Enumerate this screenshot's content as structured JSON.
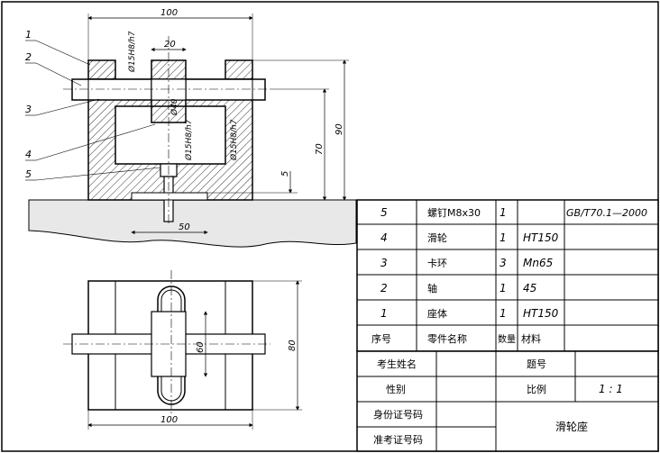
{
  "front_view": {
    "dims": {
      "overall_width": "100",
      "pulley_width": "20",
      "fit_left": "Ø15H8/h7",
      "fit_pulley": "Ø40",
      "fit_ring": "Ø15H8/h7",
      "fit_right": "Ø15H8/h7",
      "height_axis": "70",
      "height_total": "90",
      "height_small": "5",
      "base_width": "50"
    },
    "callouts": [
      "1",
      "2",
      "3",
      "4",
      "5"
    ]
  },
  "top_view": {
    "dims": {
      "overall_width": "100",
      "height": "80",
      "slot": "60"
    }
  },
  "parts_list": {
    "rows": [
      {
        "no": "5",
        "name": "螺钉M8x30",
        "qty": "1",
        "material": "",
        "standard": "GB/T70.1—2000"
      },
      {
        "no": "4",
        "name": "滑轮",
        "qty": "1",
        "material": "HT150",
        "standard": ""
      },
      {
        "no": "3",
        "name": "卡环",
        "qty": "3",
        "material": "Mn65",
        "standard": ""
      },
      {
        "no": "2",
        "name": "轴",
        "qty": "1",
        "material": "45",
        "standard": ""
      },
      {
        "no": "1",
        "name": "座体",
        "qty": "1",
        "material": "HT150",
        "standard": ""
      }
    ],
    "header": {
      "no": "序号",
      "name": "零件名称",
      "qty": "数量",
      "material": "材料"
    }
  },
  "title_block": {
    "student_name_label": "考生姓名",
    "title_no_label": "题号",
    "gender_label": "性别",
    "scale_label": "比例",
    "scale_value": "1 : 1",
    "id_label": "身份证号码",
    "exam_no_label": "准考证号码",
    "drawing_name": "滑轮座"
  }
}
